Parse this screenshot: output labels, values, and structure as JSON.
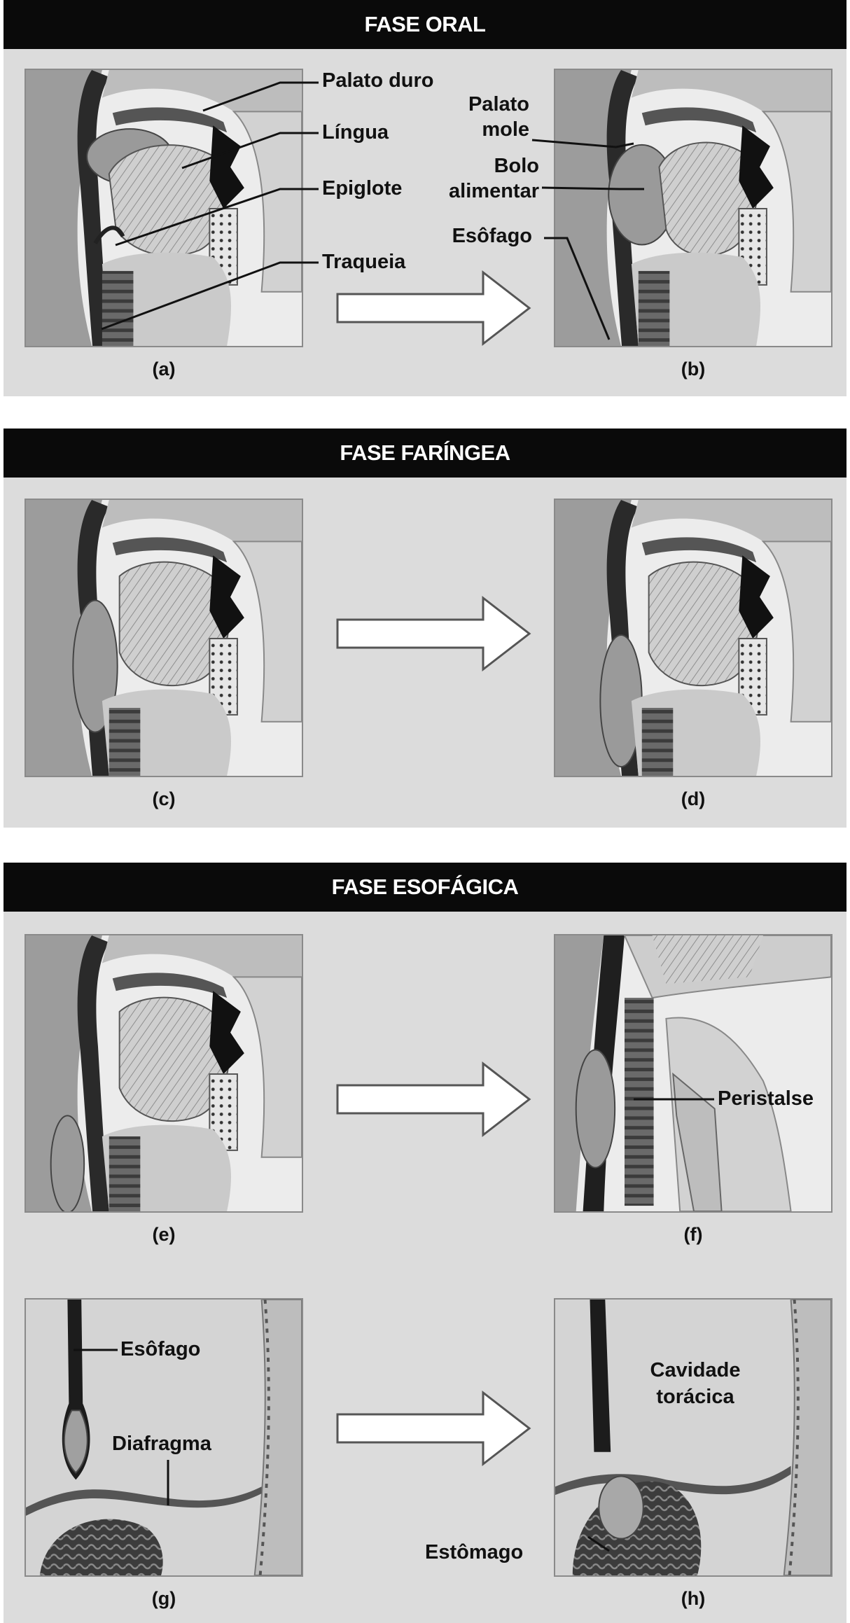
{
  "sections": {
    "oral": {
      "title": "FASE ORAL"
    },
    "pharyngeal": {
      "title": "FASE FARÍNGEA"
    },
    "esophageal": {
      "title": "FASE ESOFÁGICA"
    }
  },
  "captions": {
    "a": "(a)",
    "b": "(b)",
    "c": "(c)",
    "d": "(d)",
    "e": "(e)",
    "f": "(f)",
    "g": "(g)",
    "h": "(h)"
  },
  "labels": {
    "palato_duro": "Palato duro",
    "lingua": "Língua",
    "epiglote": "Epiglote",
    "traqueia": "Traqueia",
    "palato_mole_1": "Palato",
    "palato_mole_2": "mole",
    "bolo_1": "Bolo",
    "bolo_2": "alimentar",
    "esofago_b": "Esôfago",
    "peristalse": "Peristalse",
    "esofago_g": "Esôfago",
    "diafragma": "Diafragma",
    "cavidade_1": "Cavidade",
    "cavidade_2": "torácica",
    "estomago": "Estômago"
  },
  "colors": {
    "section_bg": "#dcdcdc",
    "header_bg": "#0a0a0a",
    "header_text": "#ffffff",
    "panel_bg": "#ececec",
    "bolus": "#9a9a9a"
  }
}
